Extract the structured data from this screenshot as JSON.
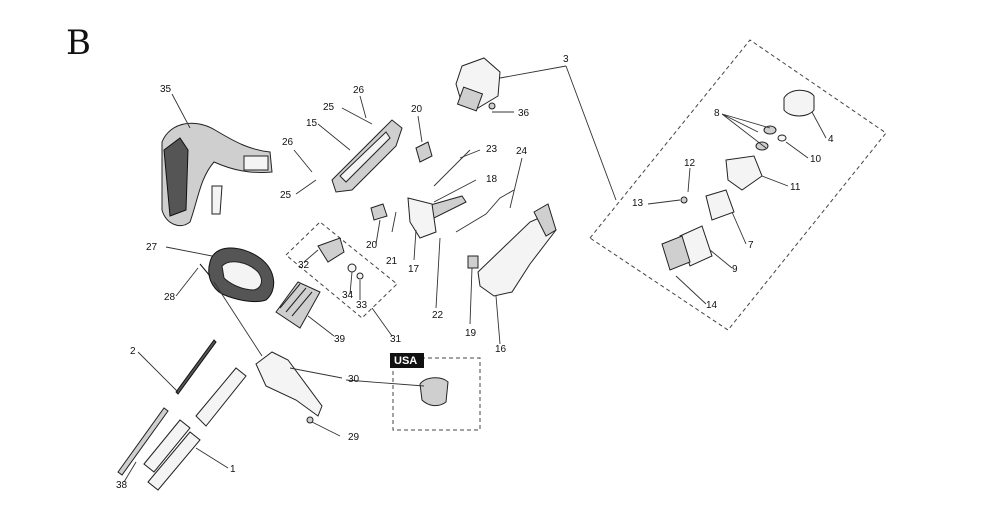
{
  "section_letter": "B",
  "region_badge": "USA",
  "callouts": [
    "1",
    "2",
    "3",
    "4",
    "7",
    "8",
    "9",
    "10",
    "11",
    "12",
    "13",
    "14",
    "15",
    "16",
    "17",
    "18",
    "19",
    "20",
    "21",
    "22",
    "23",
    "24",
    "25",
    "26",
    "27",
    "28",
    "29",
    "30",
    "31",
    "32",
    "33",
    "34",
    "35",
    "36",
    "38",
    "39"
  ]
}
